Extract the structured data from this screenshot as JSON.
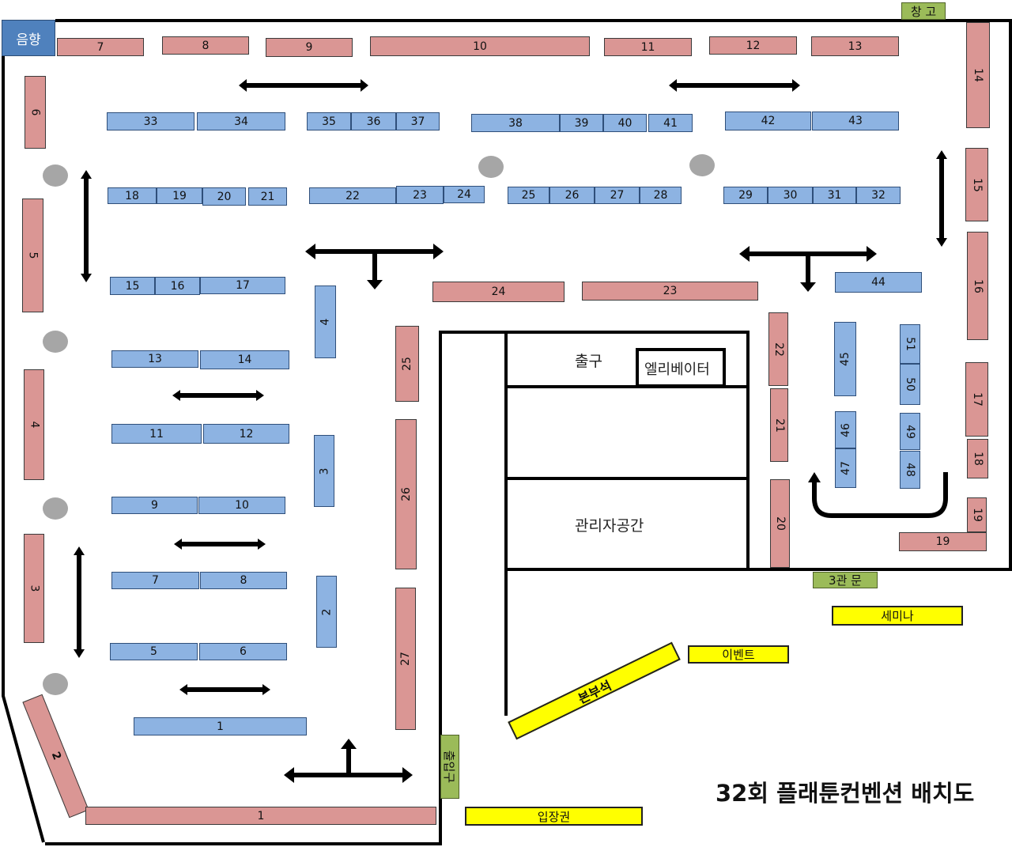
{
  "title": "32회 플래툰컨벤션 배치도",
  "areas": {
    "sound": "음향",
    "storage": "창 고",
    "hall3_door": "3관 문",
    "entrance": "출입구",
    "exit": "출구",
    "elevator": "엘리베이터",
    "admin_space": "관리자공간",
    "headquarters": "본부석",
    "event": "이벤트",
    "seminar": "세미나",
    "tickets": "입장권"
  },
  "pink_booths": [
    "7",
    "8",
    "9",
    "10",
    "11",
    "12",
    "13",
    "6",
    "5",
    "4",
    "3",
    "2",
    "1",
    "14",
    "15",
    "16",
    "17",
    "18",
    "19",
    "19",
    "24",
    "23",
    "25",
    "26",
    "27",
    "22",
    "21",
    "20"
  ],
  "blue_booths": [
    "33",
    "34",
    "35",
    "36",
    "37",
    "38",
    "39",
    "40",
    "41",
    "42",
    "43",
    "18",
    "19",
    "20",
    "21",
    "22",
    "23",
    "24",
    "25",
    "26",
    "27",
    "28",
    "29",
    "30",
    "31",
    "32",
    "15",
    "16",
    "17",
    "13",
    "14",
    "11",
    "12",
    "9",
    "10",
    "7",
    "8",
    "5",
    "6",
    "1",
    "4",
    "3",
    "2",
    "44",
    "45",
    "46",
    "47",
    "51",
    "50",
    "49",
    "48"
  ],
  "colors": {
    "pink": "#da9694",
    "blue": "#8db3e2",
    "sound": "#4f81bd",
    "yellow": "#ffff00",
    "green": "#9bbb59",
    "pillar": "#a6a6a6"
  }
}
